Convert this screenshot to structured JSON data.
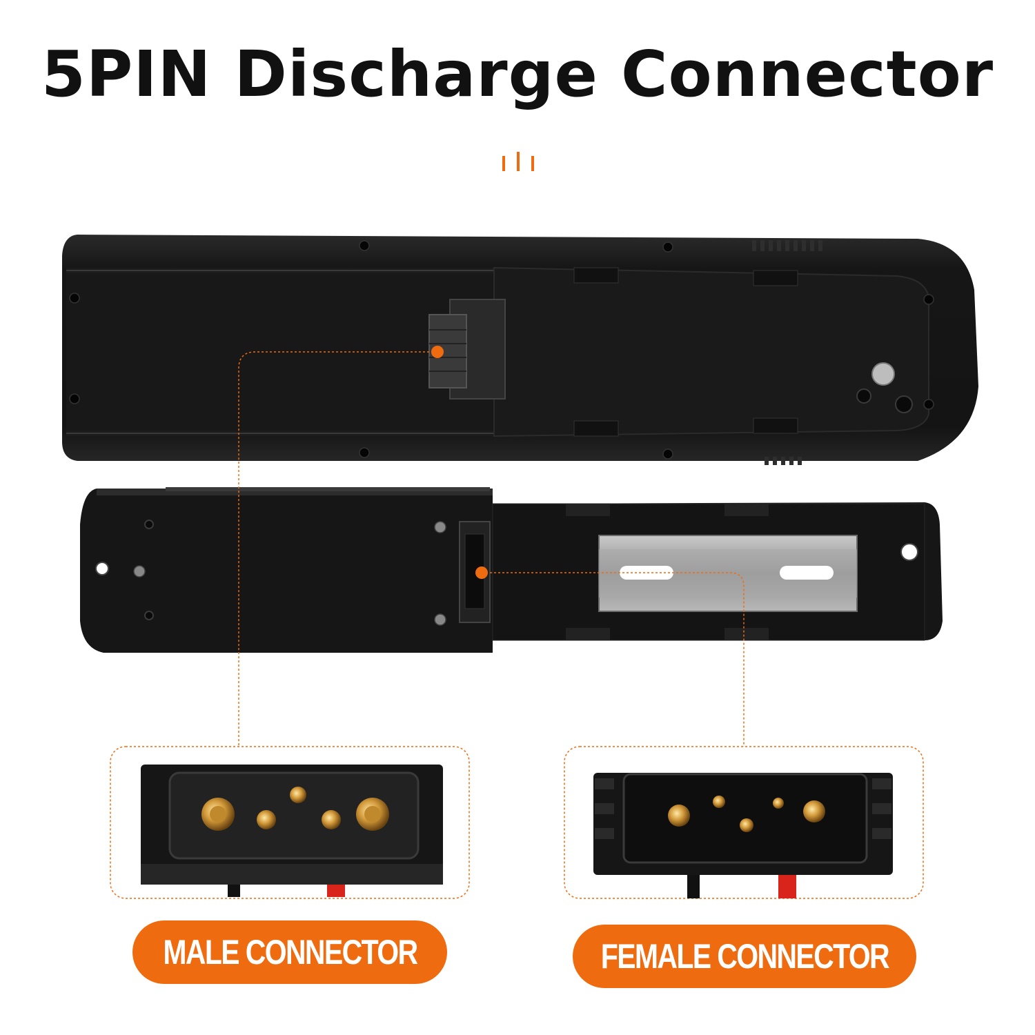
{
  "title": "5PIN Discharge Connector",
  "labels": {
    "male": "MALE CONNECTOR",
    "female": "FEMALE CONNECTOR"
  },
  "colors": {
    "accent": "#ee6c0f",
    "title": "#111111",
    "body": "#161616",
    "background": "#ffffff"
  },
  "icons": {
    "divider": "three-vertical-bars-icon",
    "marker": "orange-dot-icon"
  }
}
